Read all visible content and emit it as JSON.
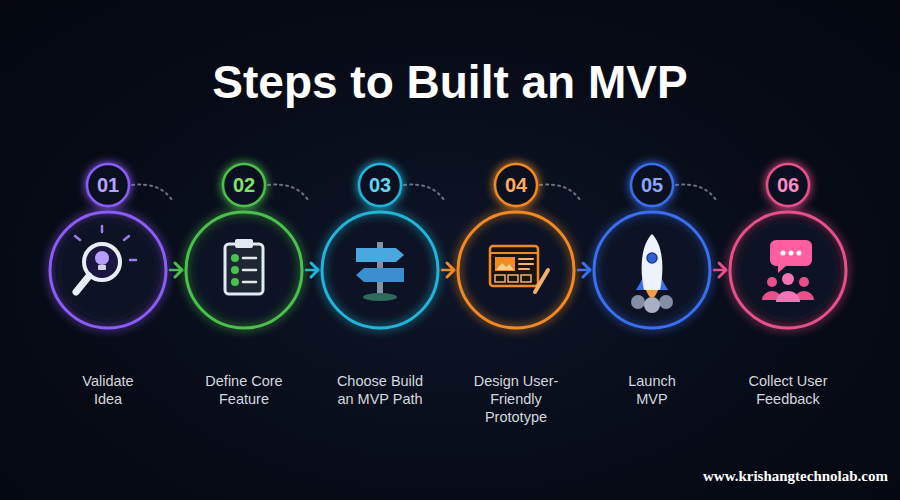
{
  "diagram": {
    "title": "Steps to Built an MVP",
    "nodes": [
      {
        "text": [
          "01",
          "Validate Idea"
        ]
      },
      {
        "text": [
          "02",
          "Define Core Feature"
        ]
      },
      {
        "text": [
          "03",
          "Choose Build an MVP Path"
        ]
      },
      {
        "text": [
          "04",
          "Design User-Friendly Prototype"
        ]
      },
      {
        "text": [
          "05",
          "Launch MVP"
        ]
      },
      {
        "text": [
          "06",
          "Collect User Feedback"
        ]
      }
    ],
    "edges": [
      {
        "from": 0,
        "to": 1,
        "arrow": "to"
      },
      {
        "from": 1,
        "to": 2,
        "arrow": "to"
      },
      {
        "from": 2,
        "to": 3,
        "arrow": "to"
      },
      {
        "from": 3,
        "to": 4,
        "arrow": "to"
      },
      {
        "from": 4,
        "to": 5,
        "arrow": "to"
      }
    ],
    "labels": [
      "www.krishangtechnolab.com"
    ]
  }
}
